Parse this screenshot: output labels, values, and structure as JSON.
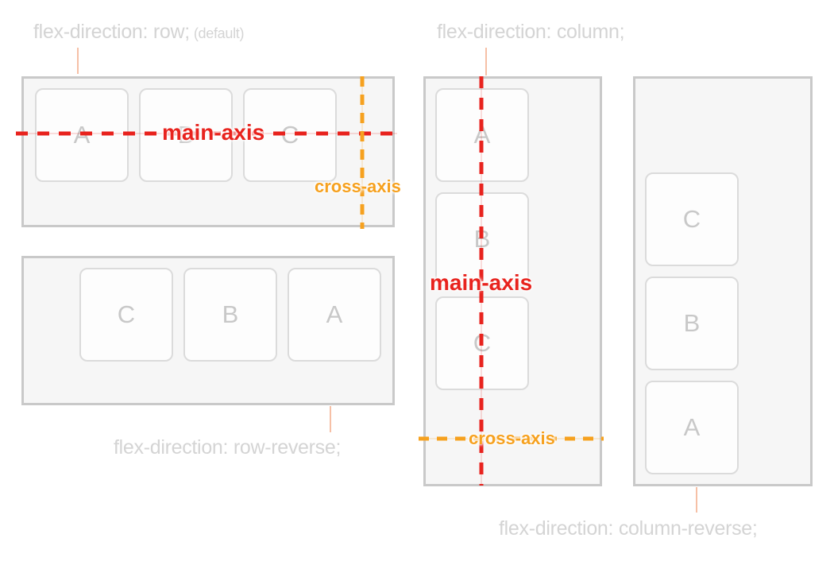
{
  "diagram": {
    "axis_labels": {
      "main": "main-axis",
      "cross": "cross-axis"
    },
    "panels": {
      "row": {
        "label": "flex-direction: row;",
        "label_note": "(default)",
        "items": [
          "A",
          "B",
          "C"
        ]
      },
      "row_reverse": {
        "label": "flex-direction: row-reverse;",
        "items": [
          "C",
          "B",
          "A"
        ]
      },
      "column": {
        "label": "flex-direction: column;",
        "items": [
          "A",
          "B",
          "C"
        ]
      },
      "column_reverse": {
        "label": "flex-direction: column-reverse;",
        "items": [
          "C",
          "B",
          "A"
        ]
      }
    },
    "colors": {
      "main_axis_red": "#e8231e",
      "cross_axis_orange": "#f6a11f",
      "label_gray": "#d4d4d4",
      "item_letter_gray": "#c8c8c8",
      "container_fill": "#f6f6f6",
      "container_border": "#c9c9c9",
      "item_fill": "#fdfdfd",
      "item_border": "#dbdbdb",
      "connector_salmon": "#f6c0a6"
    }
  }
}
